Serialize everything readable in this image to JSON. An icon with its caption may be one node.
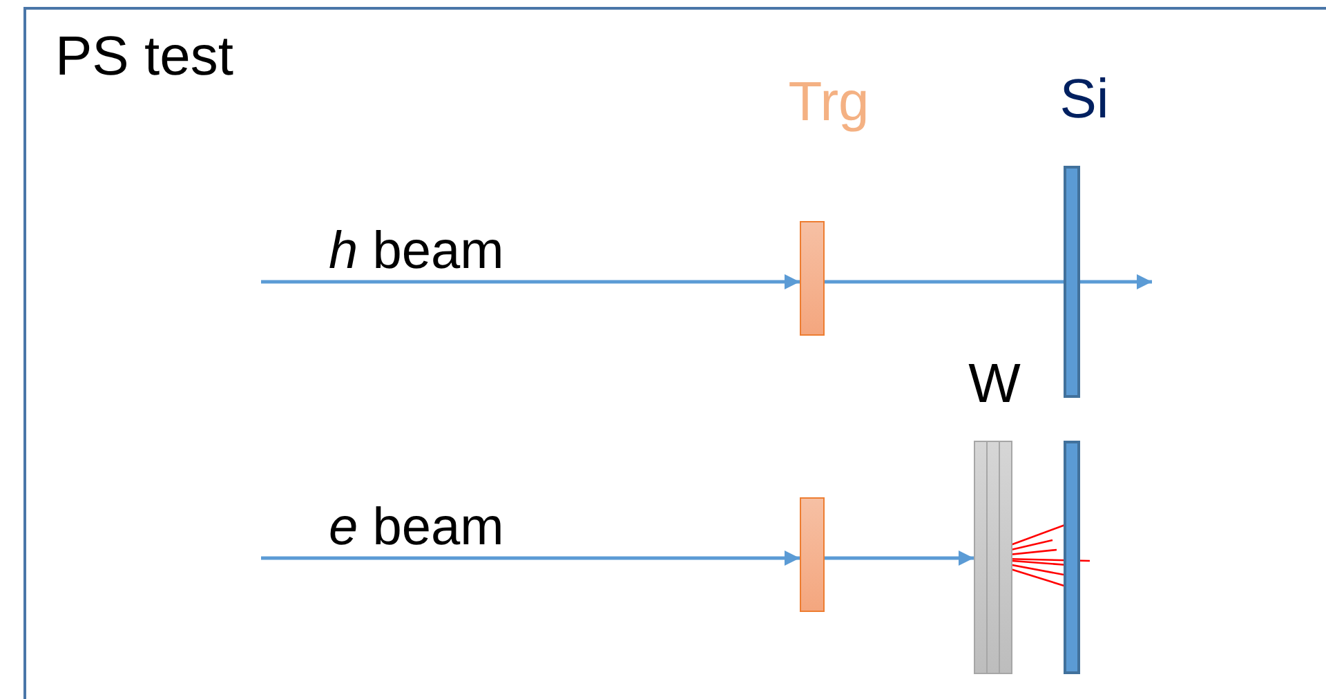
{
  "diagram": {
    "nodes": [
      {
        "text": [
          "PS test"
        ]
      },
      {
        "text": [
          "Trg"
        ],
        "in": 0
      },
      {
        "text": [
          "Si"
        ],
        "in": 0
      },
      {
        "text": [
          "W"
        ],
        "in": 0
      },
      {
        "text": [],
        "shape": "bar",
        "in": 0
      },
      {
        "text": [],
        "shape": "bar",
        "in": 0
      }
    ],
    "edges": [
      {
        "from": null,
        "to": 1,
        "arrow": "to",
        "label": "*h* beam"
      },
      {
        "from": 1,
        "to": null,
        "arrow": "to"
      },
      {
        "from": null,
        "to": 4,
        "arrow": "to",
        "label": "*e* beam"
      },
      {
        "from": 4,
        "to": 3,
        "arrow": "to"
      }
    ]
  }
}
